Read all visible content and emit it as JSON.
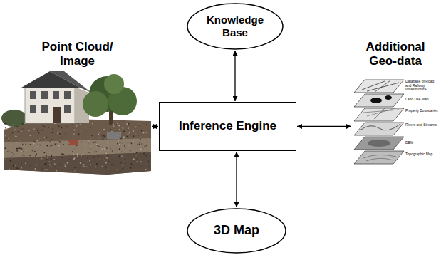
{
  "diagram": {
    "nodes": [
      {
        "text": [
          "Knowledge Base"
        ]
      },
      {
        "text": [
          "Point Cloud/ Image"
        ]
      },
      {
        "text": [
          "Inference Engine"
        ]
      },
      {
        "text": [
          "Additional Geo-data"
        ]
      },
      {
        "text": [
          "3D Map"
        ]
      }
    ],
    "edges": [
      {
        "from": 0,
        "to": 2,
        "arrow": "both"
      },
      {
        "from": 1,
        "to": 2,
        "arrow": "both"
      },
      {
        "from": 2,
        "to": 3,
        "arrow": "both"
      },
      {
        "from": 2,
        "to": 4,
        "arrow": "both"
      }
    ],
    "labels": [
      "Database of Road and Railway Infrastructure",
      "Land Use Map",
      "Property Boundaries",
      "Rivers and Streams",
      "DEM",
      "Topographic Map"
    ]
  }
}
